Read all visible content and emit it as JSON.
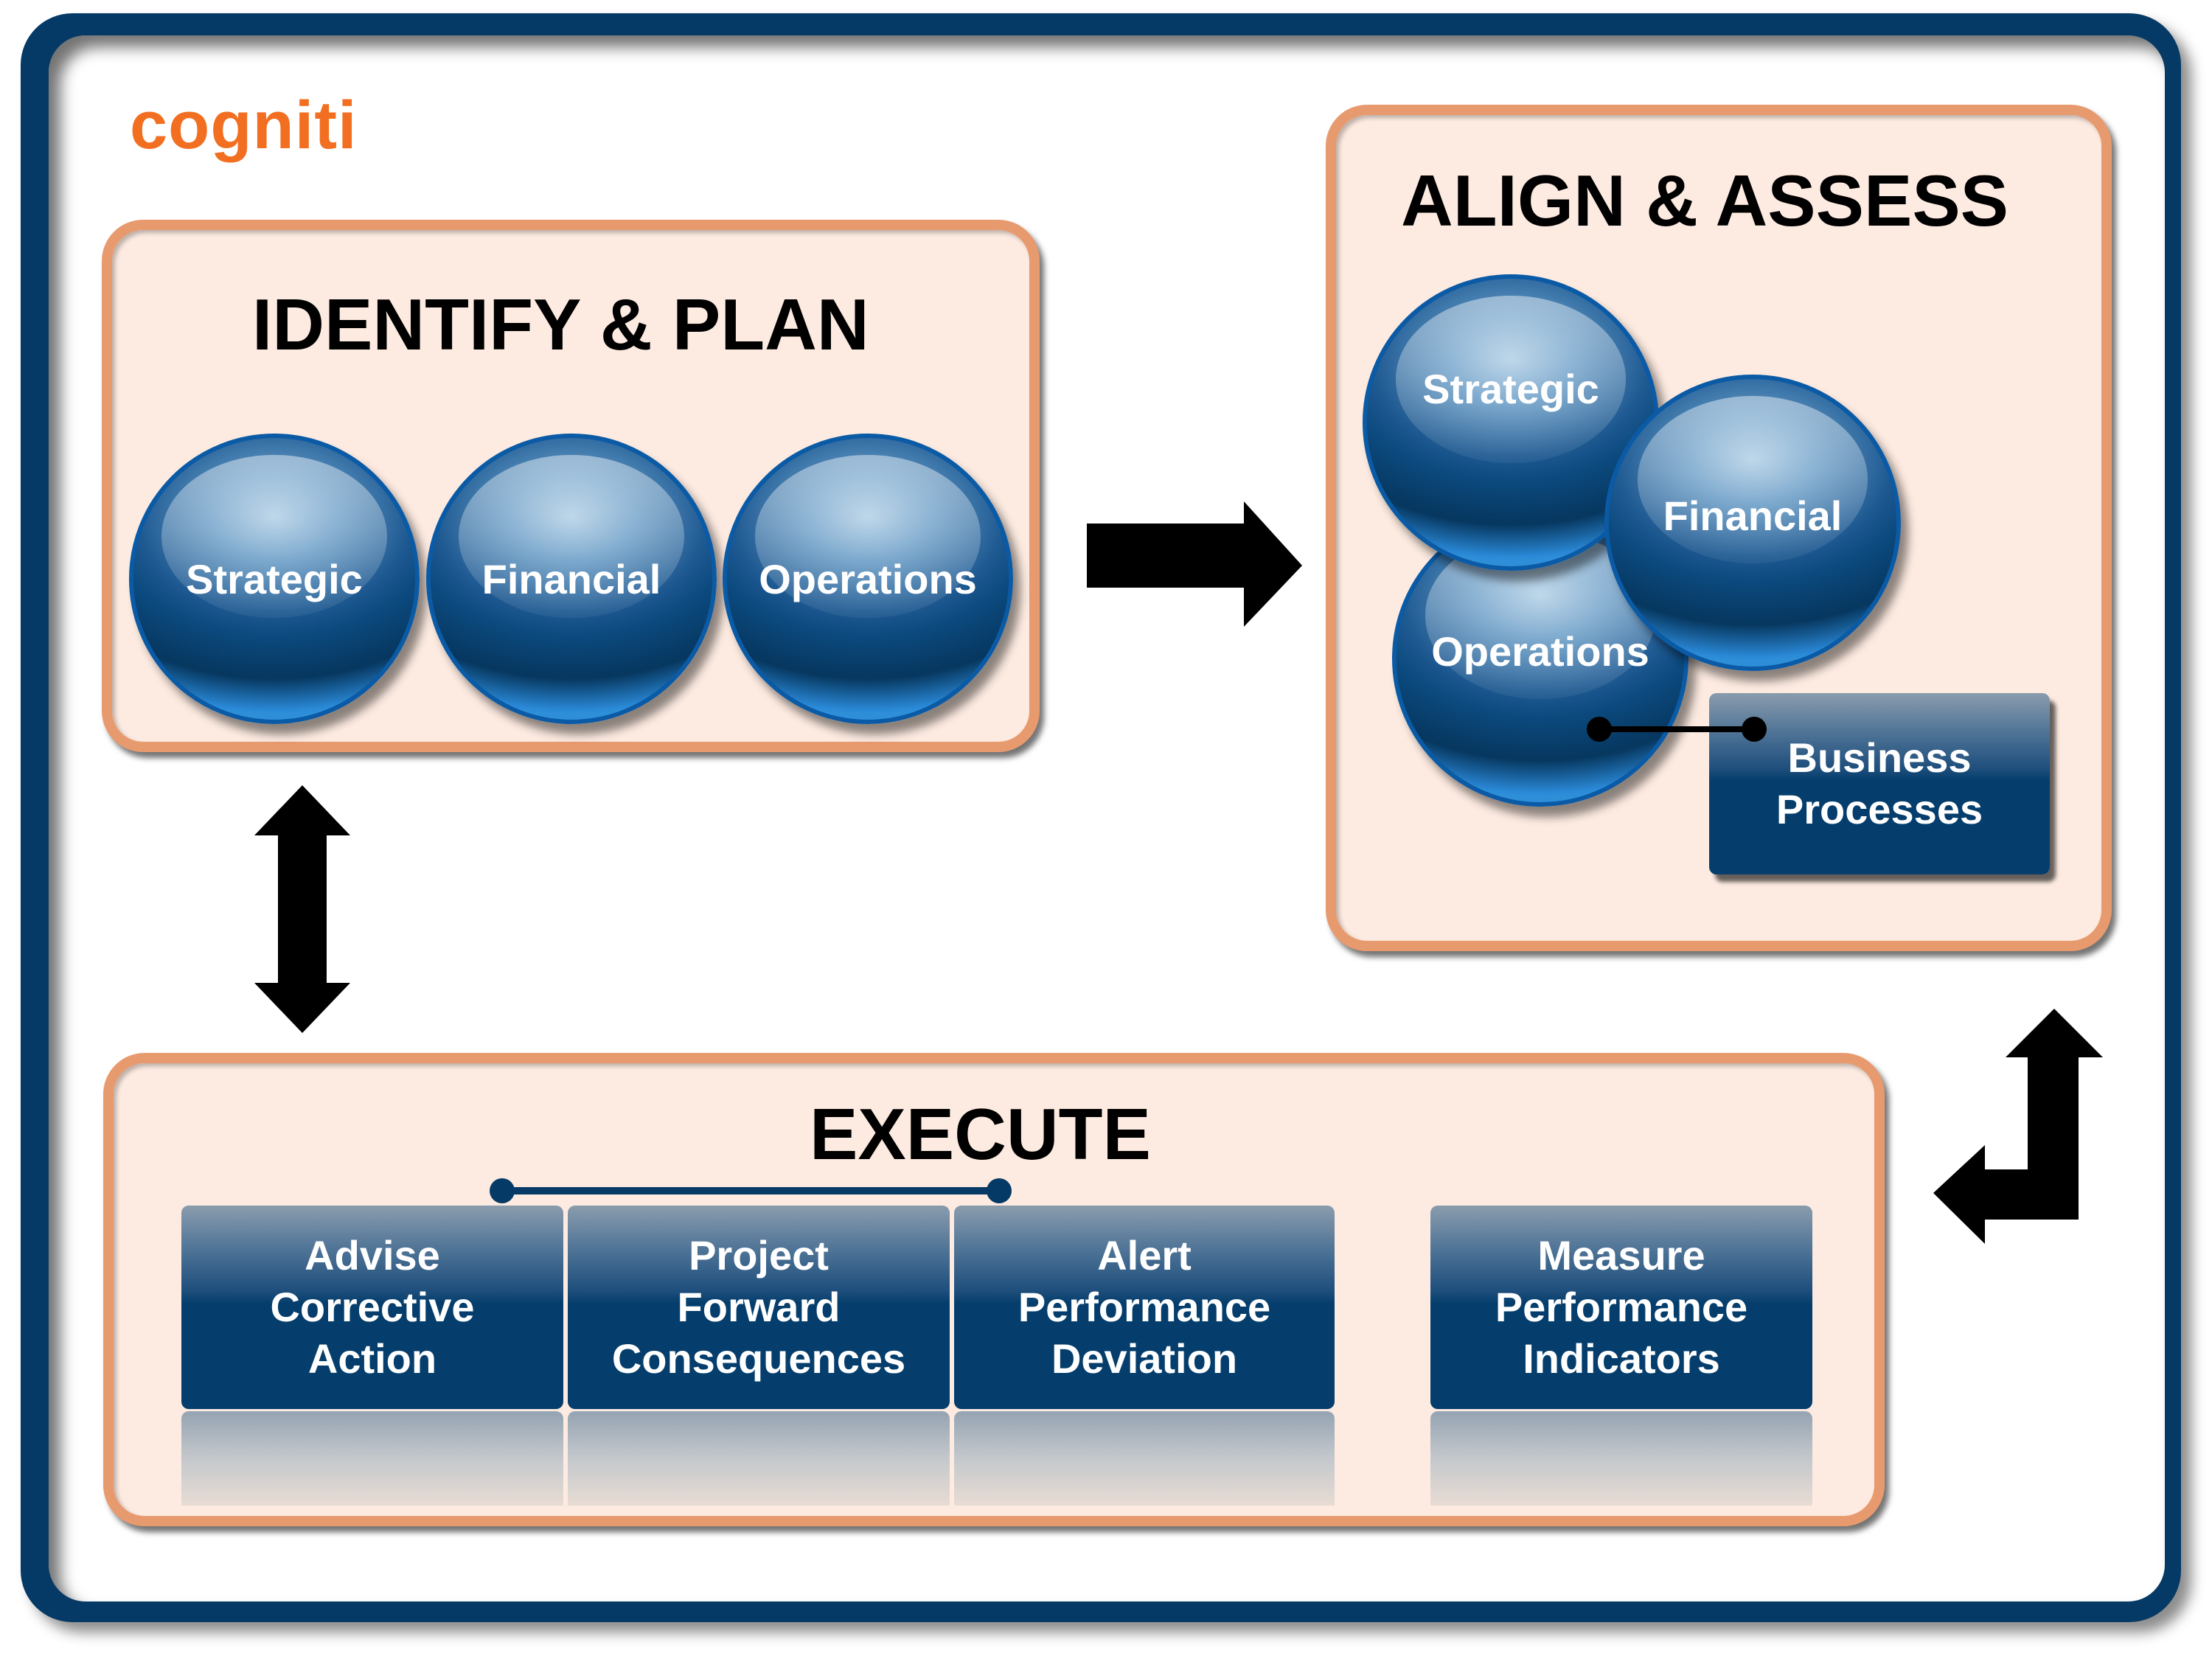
{
  "logo": "cogniti",
  "colors": {
    "frame": "#053a66",
    "logo": "#f26f21",
    "panel_fill": "#fdebe1",
    "panel_border": "#e89a6f",
    "box_dark": "#053e6c",
    "arrow": "#000000"
  },
  "identify_plan": {
    "title": "IDENTIFY & PLAN",
    "orbs": [
      "Strategic",
      "Financial",
      "Operations"
    ]
  },
  "align_assess": {
    "title": "ALIGN & ASSESS",
    "orbs": [
      "Strategic",
      "Financial",
      "Operations"
    ],
    "business_processes": "Business\nProcesses"
  },
  "execute": {
    "title": "EXECUTE",
    "steps": [
      "Advise\nCorrective\nAction",
      "Project\nForward\nConsequences",
      "Alert\nPerformance\nDeviation",
      "Measure\nPerformance\nIndicators"
    ]
  },
  "arrows": [
    {
      "name": "identify-to-align",
      "direction": "right"
    },
    {
      "name": "identify-execute",
      "direction": "up-down"
    },
    {
      "name": "execute-align",
      "direction": "up-left"
    }
  ]
}
